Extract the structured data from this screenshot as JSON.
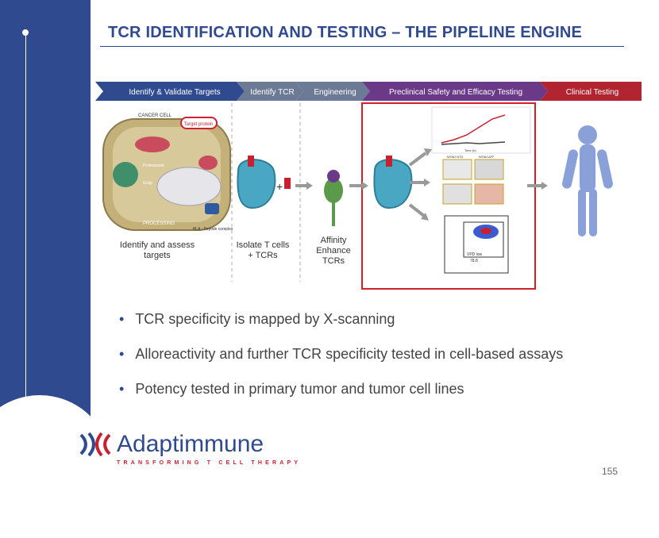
{
  "header": {
    "title": "TCR IDENTIFICATION AND TESTING – THE PIPELINE ENGINE"
  },
  "pipeline": {
    "steps": [
      {
        "label": "Identify & Validate Targets",
        "color": "#2f4a8f"
      },
      {
        "label": "Identify TCR",
        "color": "#6c7a96"
      },
      {
        "label": "Engineering",
        "color": "#6c7a96"
      },
      {
        "label": "Preclinical Safety and Efficacy Testing",
        "color": "#6a3a88"
      },
      {
        "label": "Clinical Testing",
        "color": "#b0252f"
      }
    ],
    "captions": {
      "identify_targets": "Identify and assess targets",
      "isolate": "Isolate T cells + TCRs",
      "affinity": "Affinity Enhance TCRs"
    },
    "cell_diagram": {
      "cancer_cell": "CANCER CELL",
      "target_protein": "Target protein",
      "proteasome": "Proteasome",
      "golgi": "Golgi",
      "processing": "PROCESSING",
      "hla": "HLA - Peptide complex"
    },
    "plus_sign": "+",
    "flow": {
      "vpd_low": "VPD low",
      "vpd_value": "78.8",
      "wt_ntd": "WO8J NTD",
      "wt_aff": "WO8J AFF",
      "time_axis": "Time (h)"
    }
  },
  "bullets": [
    "TCR specificity is mapped by X-scanning",
    "Alloreactivity and further TCR specificity tested in cell-based assays",
    "Potency tested in primary tumor and tumor cell lines"
  ],
  "brand": {
    "name": "Adaptimmune",
    "tagline": "TRANSFORMING T CELL THERAPY",
    "accent": "#c8202f",
    "primary": "#2f4a8f"
  },
  "footer": {
    "page_number": "155"
  }
}
